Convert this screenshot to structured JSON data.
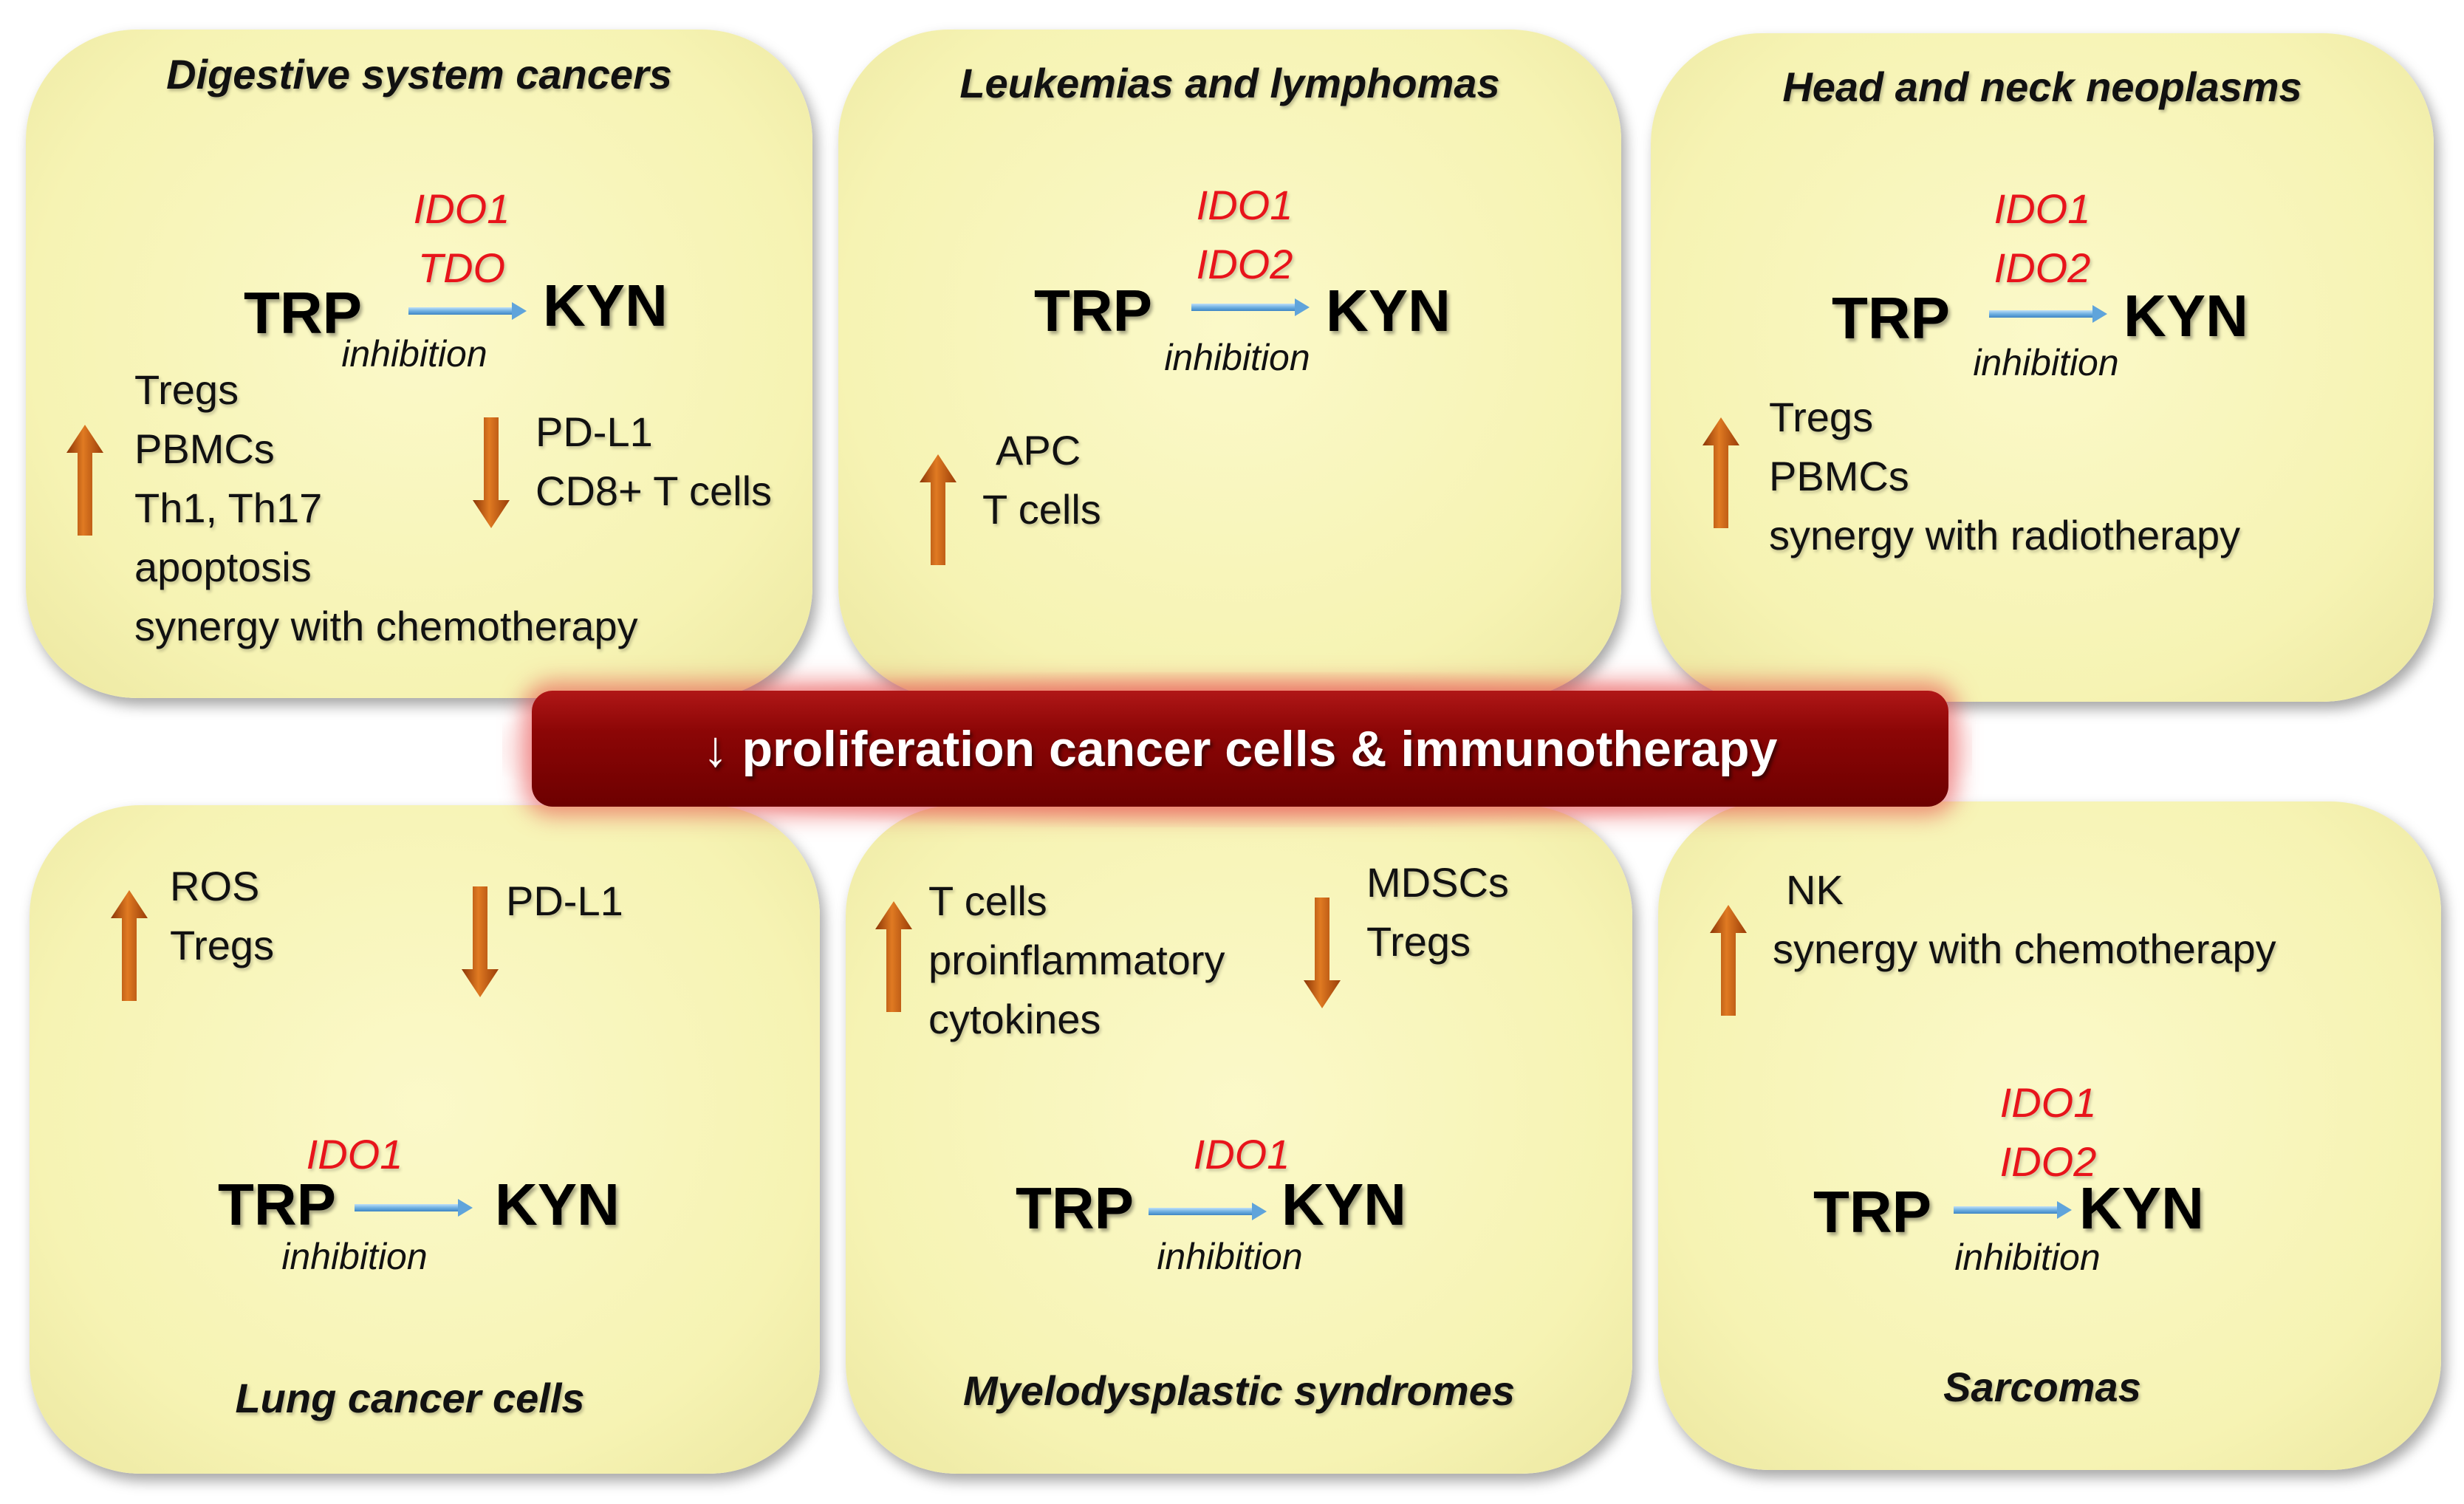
{
  "colors": {
    "panel_bg": "#f6f3b3",
    "enzyme_red": "#e8141b",
    "arrow_orange": "#c2560f",
    "arrow_blue": "#7ab8e6",
    "banner_red": "#8c0606"
  },
  "panels": [
    {
      "title": "Digestive system cancers",
      "pathway": {
        "enzyme1": "IDO1",
        "enzyme2": "TDO",
        "from": "TRP",
        "to": "KYN",
        "label": "inhibition"
      },
      "increased": [
        "Tregs",
        "PBMCs",
        "Th1, Th17",
        "apoptosis",
        "synergy with chemotherapy"
      ],
      "decreased": [
        "PD-L1",
        "CD8+ T cells"
      ]
    },
    {
      "title": "Leukemias and lymphomas",
      "pathway": {
        "enzyme1": "IDO1",
        "enzyme2": "IDO2",
        "from": "TRP",
        "to": "KYN",
        "label": "inhibition"
      },
      "increased": [
        "APC",
        "T cells"
      ]
    },
    {
      "title": "Head and neck neoplasms",
      "pathway": {
        "enzyme1": "IDO1",
        "enzyme2": "IDO2",
        "from": "TRP",
        "to": "KYN",
        "label": "inhibition"
      },
      "increased": [
        "Tregs",
        "PBMCs",
        "synergy with radiotherapy"
      ]
    },
    {
      "title": "Lung cancer cells",
      "pathway": {
        "enzyme1": "IDO1",
        "from": "TRP",
        "to": "KYN",
        "label": "inhibition"
      },
      "increased": [
        "ROS",
        "Tregs"
      ],
      "decreased": [
        "PD-L1"
      ]
    },
    {
      "title": "Myelodysplastic syndromes",
      "pathway": {
        "enzyme1": "IDO1",
        "from": "TRP",
        "to": "KYN",
        "label": "inhibition"
      },
      "increased": [
        "T cells",
        "proinflammatory",
        "cytokines"
      ],
      "decreased": [
        "MDSCs",
        "Tregs"
      ]
    },
    {
      "title": "Sarcomas",
      "pathway": {
        "enzyme1": "IDO1",
        "enzyme2": "IDO2",
        "from": "TRP",
        "to": "KYN",
        "label": "inhibition"
      },
      "increased": [
        "NK",
        "synergy with chemotherapy"
      ]
    }
  ],
  "banner": {
    "text": "↓ proliferation cancer cells & immunotherapy"
  }
}
